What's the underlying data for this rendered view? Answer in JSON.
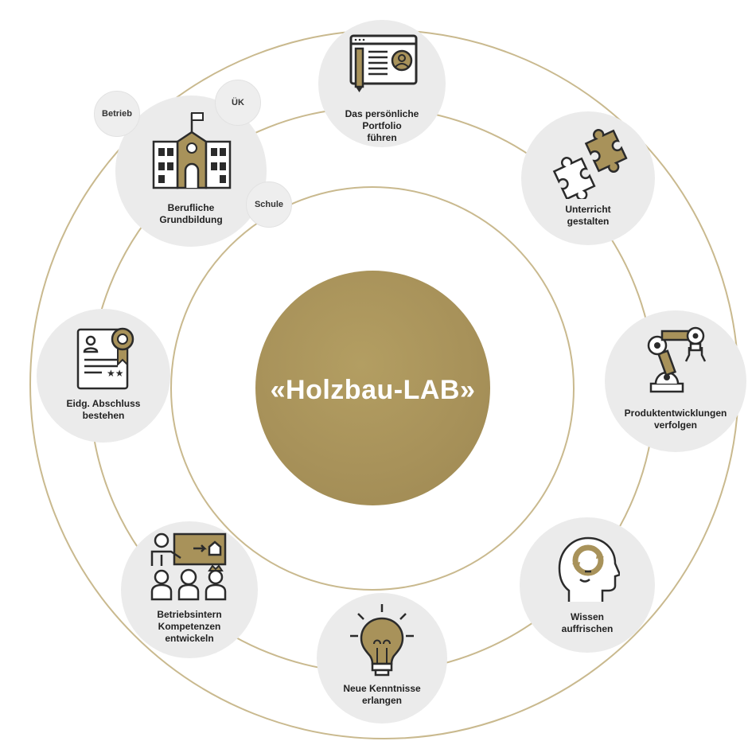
{
  "center": {
    "title": "«Holzbau-LAB»"
  },
  "colors": {
    "gold": "#a8925a",
    "node_fill": "#ebebeb",
    "ring_line": "#c9b98e",
    "icon_dark": "#2b2b2b"
  },
  "nodes": {
    "portfolio": {
      "label": "Das persönliche\nPortfolio\nführen",
      "icon": "portfolio-profile-icon"
    },
    "unterricht": {
      "label": "Unterricht\ngestalten",
      "icon": "puzzle-icon"
    },
    "produkt": {
      "label": "Produktentwicklungen\nverfolgen",
      "icon": "robot-arm-icon"
    },
    "wissen": {
      "label": "Wissen\nauffrischen",
      "icon": "head-refresh-icon"
    },
    "kenntnisse": {
      "label": "Neue Kenntnisse\nerlangen",
      "icon": "lightbulb-icon"
    },
    "betriebsintern": {
      "label": "Betriebsintern\nKompetenzen\nentwickeln",
      "icon": "teacher-class-icon"
    },
    "abschluss": {
      "label": "Eidg. Abschluss\nbestehen",
      "icon": "certificate-icon"
    },
    "grundbildung": {
      "label": "Berufliche\nGrundbildung",
      "icon": "school-building-icon"
    }
  },
  "bubbles": {
    "betrieb": "Betrieb",
    "uek": "ÜK",
    "schule": "Schule"
  }
}
